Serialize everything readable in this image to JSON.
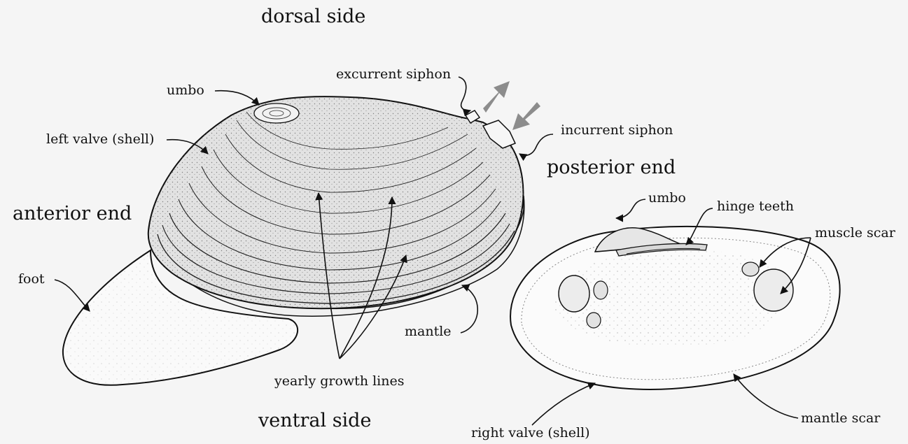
{
  "labels": {
    "dorsal": "dorsal side",
    "ventral": "ventral side",
    "anterior": "anterior end",
    "posterior": "posterior end",
    "umbo_left": "umbo",
    "left_valve": "left valve (shell)",
    "foot": "foot",
    "excurrent": "excurrent siphon",
    "incurrent": "incurrent siphon",
    "mantle": "mantle",
    "growth_lines": "yearly growth lines",
    "umbo_right": "umbo",
    "hinge_teeth": "hinge teeth",
    "muscle_scar": "muscle scar",
    "mantle_scar": "mantle scar",
    "right_valve": "right valve (shell)"
  },
  "colors": {
    "ink": "#111111",
    "flow_arrow": "#8c8c8c",
    "background": "#f5f5f5",
    "shell_shade": "#e4e4e4",
    "interior": "#fbfbfb"
  }
}
